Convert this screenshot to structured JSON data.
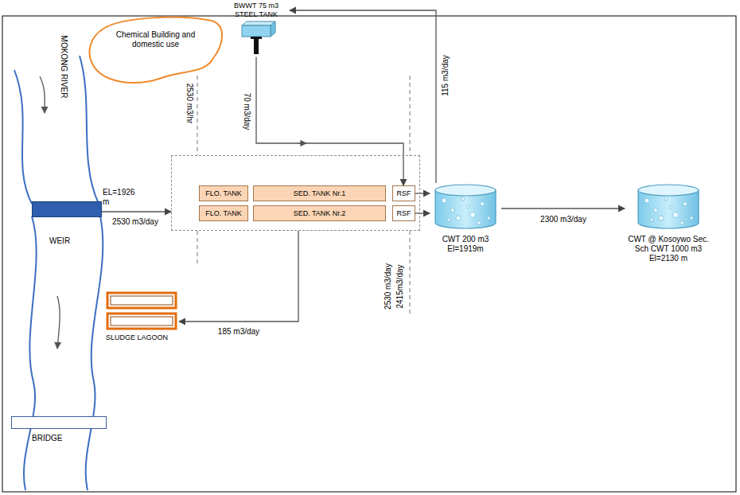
{
  "diagram": {
    "nodes": [
      {
        "text": [
          "Chemical Building and domestic use"
        ]
      },
      {
        "text": [
          "BWWT 75 m3 STEEL TANK"
        ]
      },
      {
        "text": [
          "WEIR"
        ]
      },
      {
        "text": []
      },
      {
        "text": [
          "FLO. TANK"
        ],
        "in": 3
      },
      {
        "text": [
          "SED. TANK Nr.1"
        ],
        "in": 3
      },
      {
        "text": [
          "RSF"
        ],
        "in": 3
      },
      {
        "text": [
          "FLO. TANK"
        ],
        "in": 3
      },
      {
        "text": [
          "SED. TANK Nr.2"
        ],
        "in": 3
      },
      {
        "text": [
          "RSF"
        ],
        "in": 3
      },
      {
        "text": [
          "CWT 200 m3 El=1919m"
        ]
      },
      {
        "text": [
          "CWT @ Kosoywo Sec. Sch CWT 1000 m3 El=2130 m"
        ]
      },
      {
        "text": [
          "SLUDGE LAGOON"
        ]
      },
      {
        "text": [
          "BRIDGE"
        ]
      }
    ],
    "edges": [
      {
        "from": 2,
        "to": 3,
        "label": "2530 m3/day",
        "arrow": "to"
      },
      {
        "from": 1,
        "to": 6,
        "label": "70 m3/day",
        "arrow": "to"
      },
      {
        "from": 10,
        "to": 1,
        "label": "115 m3/day",
        "arrow": "to"
      },
      {
        "from": 10,
        "to": 11,
        "label": "2300 m3/day",
        "arrow": "to"
      },
      {
        "from": 3,
        "to": 12,
        "label": "185 m3/day",
        "arrow": "to"
      },
      {
        "from": 6,
        "to": 10,
        "arrow": "to"
      },
      {
        "from": 9,
        "to": 10,
        "arrow": "to"
      }
    ],
    "labels": [
      "MOKONG RIVER",
      "EL=1926 m",
      "2530 m3/hr",
      "2530 m3/day",
      "2415m3/day"
    ]
  }
}
